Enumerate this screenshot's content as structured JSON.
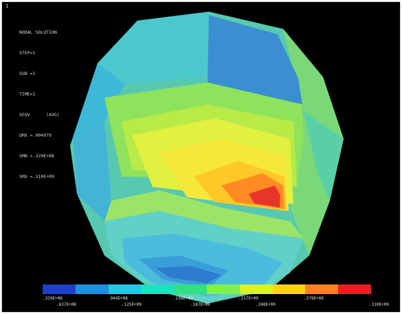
{
  "window_number": "1",
  "header": {
    "title": "NODAL SOLUTION",
    "step": "STEP=1",
    "sub": "SUB =1",
    "time": "TIME=1",
    "result": "SEQV      (AVG)",
    "dmx": "DMX =.004979",
    "smn": "SMN =.329E+08",
    "smx": "SMX =.310E+09"
  },
  "legend": {
    "colors": [
      "#1f40c8",
      "#1e90e0",
      "#22c8e0",
      "#20e0c0",
      "#30e080",
      "#7ef050",
      "#d8f030",
      "#ffd020",
      "#ff8020",
      "#e82020"
    ],
    "labels_upper": [
      ".329E+08",
      ".944E+08",
      ".156E+09",
      ".217E+09",
      ".279E+09"
    ],
    "labels_lower": [
      ".637E+08",
      ".125E+09",
      ".187E+09",
      ".248E+09",
      ".310E+09"
    ]
  }
}
